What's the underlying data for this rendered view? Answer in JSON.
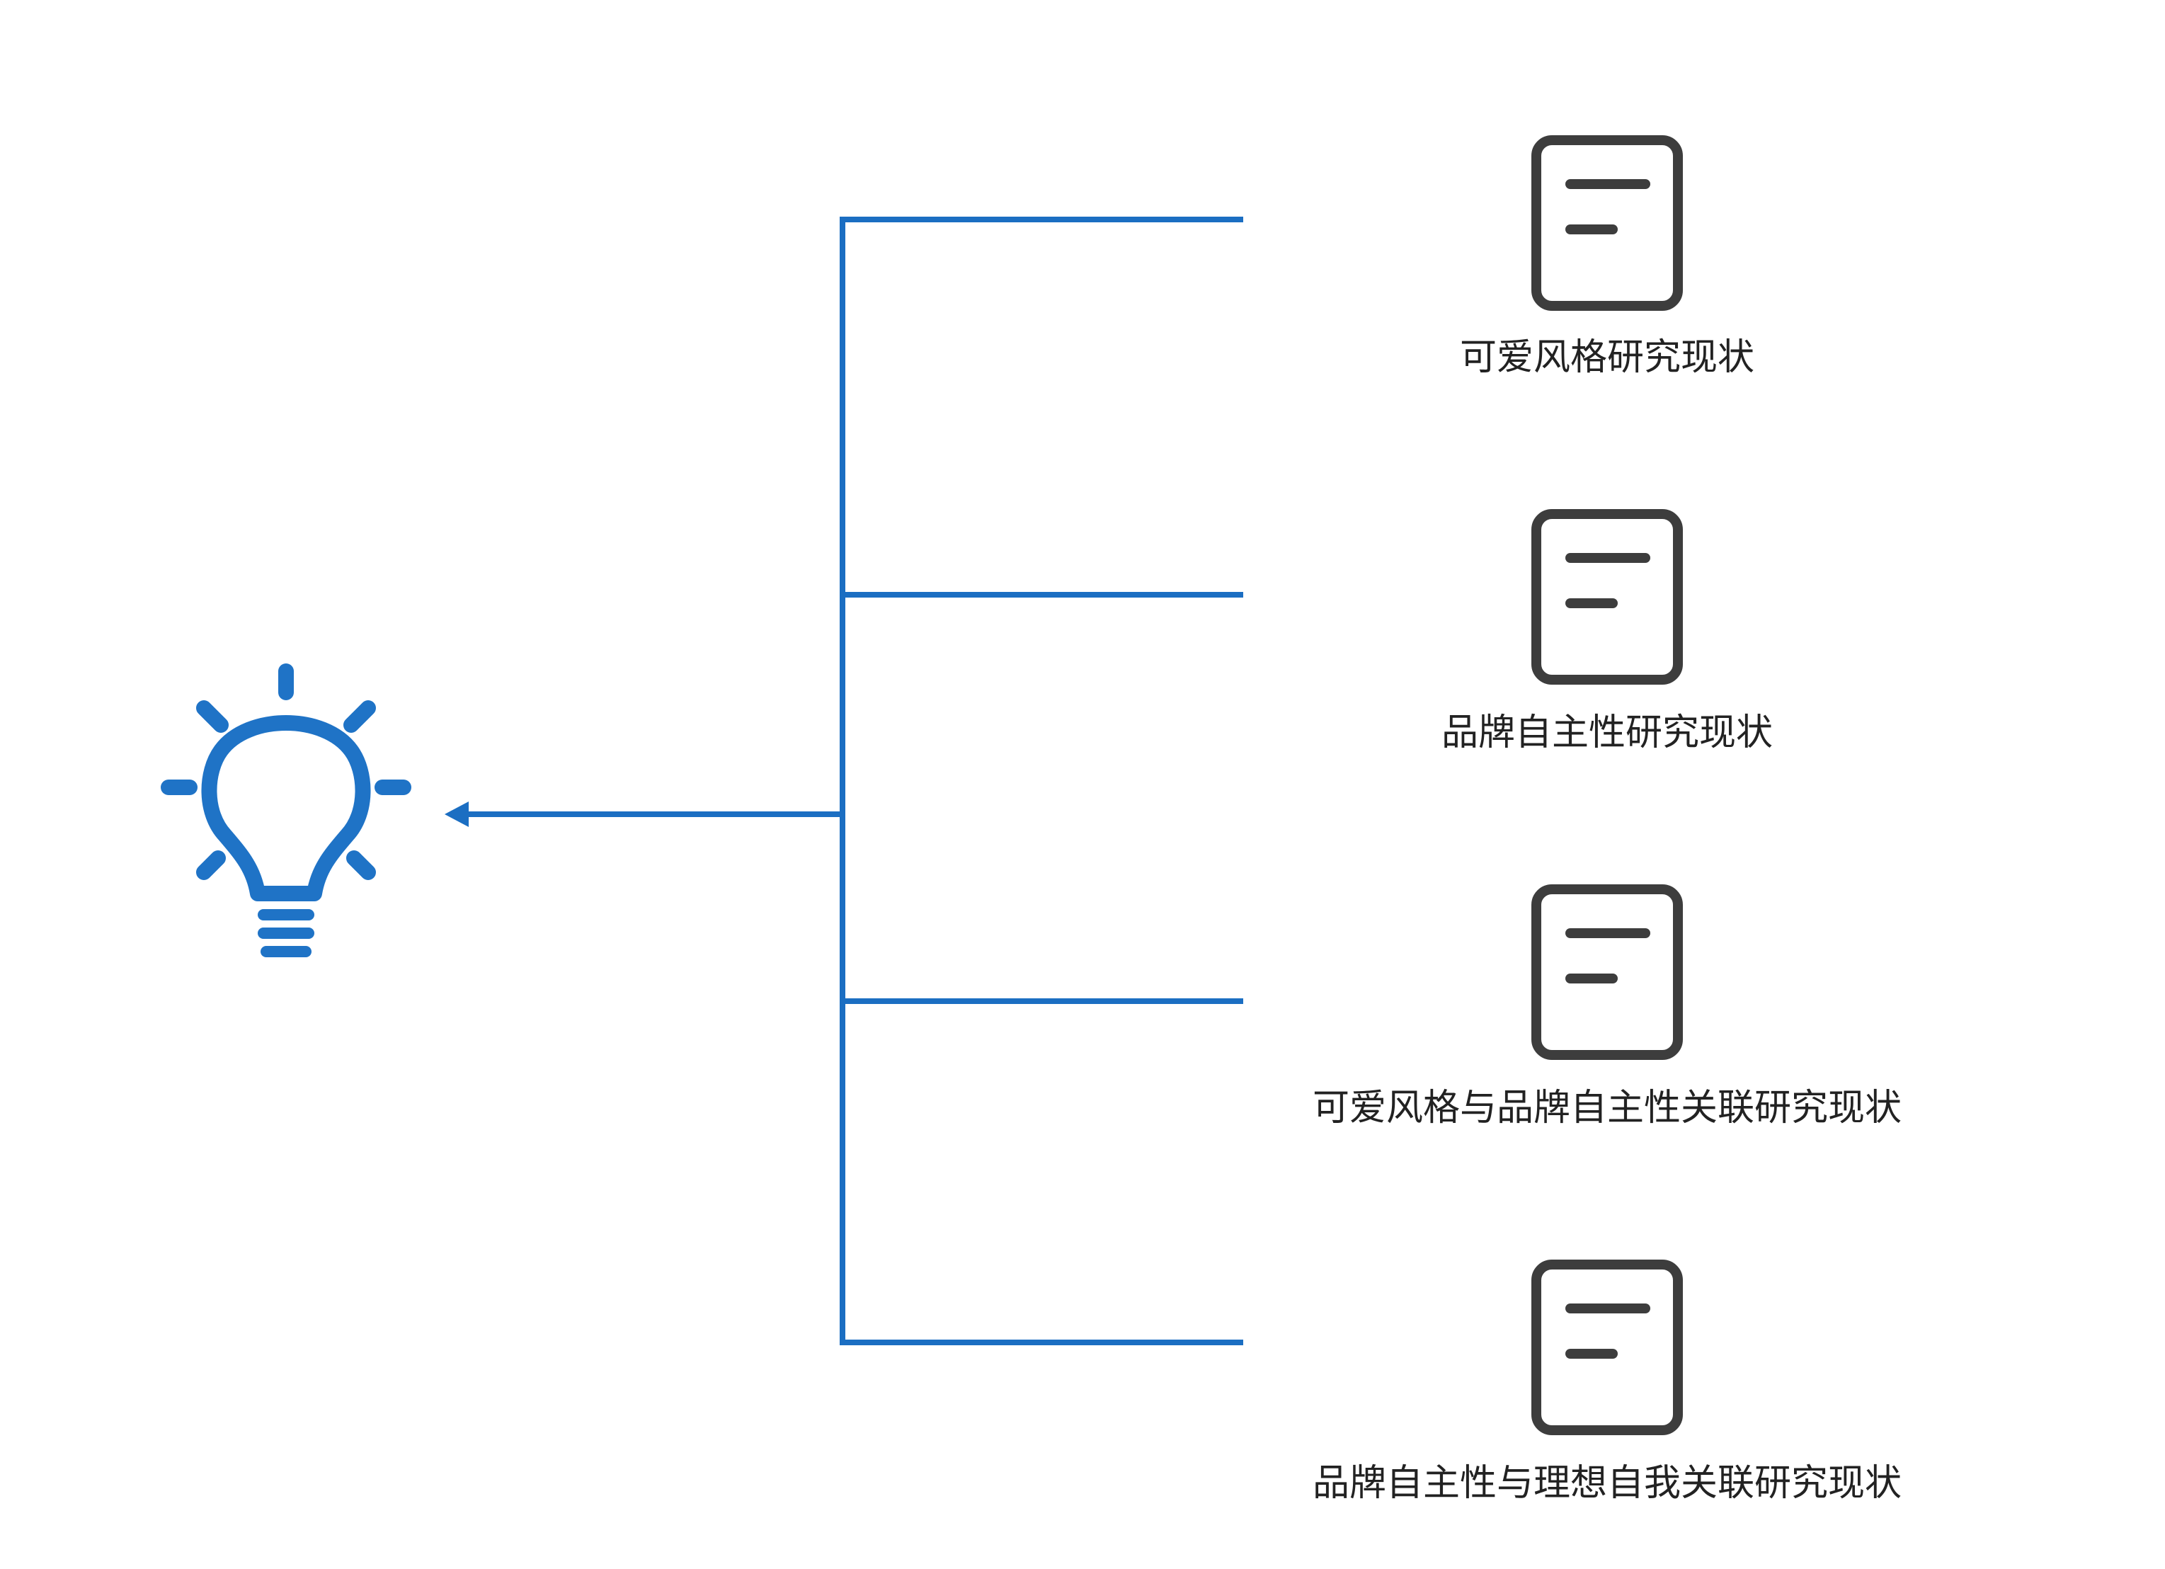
{
  "colors": {
    "connector": "#1b6ec2",
    "bulb": "#1f73c6",
    "document_icon": "#3d3d3d",
    "label_text": "#222222",
    "background": "#ffffff"
  },
  "icons": {
    "central": "lightbulb-icon",
    "item": "document-icon"
  },
  "items": [
    {
      "label": "可爱风格研究现状",
      "icon": "document-icon"
    },
    {
      "label": "品牌自主性研究现状",
      "icon": "document-icon"
    },
    {
      "label": "可爱风格与品牌自主性关联研究现状",
      "icon": "document-icon"
    },
    {
      "label": "品牌自主性与理想自我关联研究现状",
      "icon": "document-icon"
    }
  ]
}
